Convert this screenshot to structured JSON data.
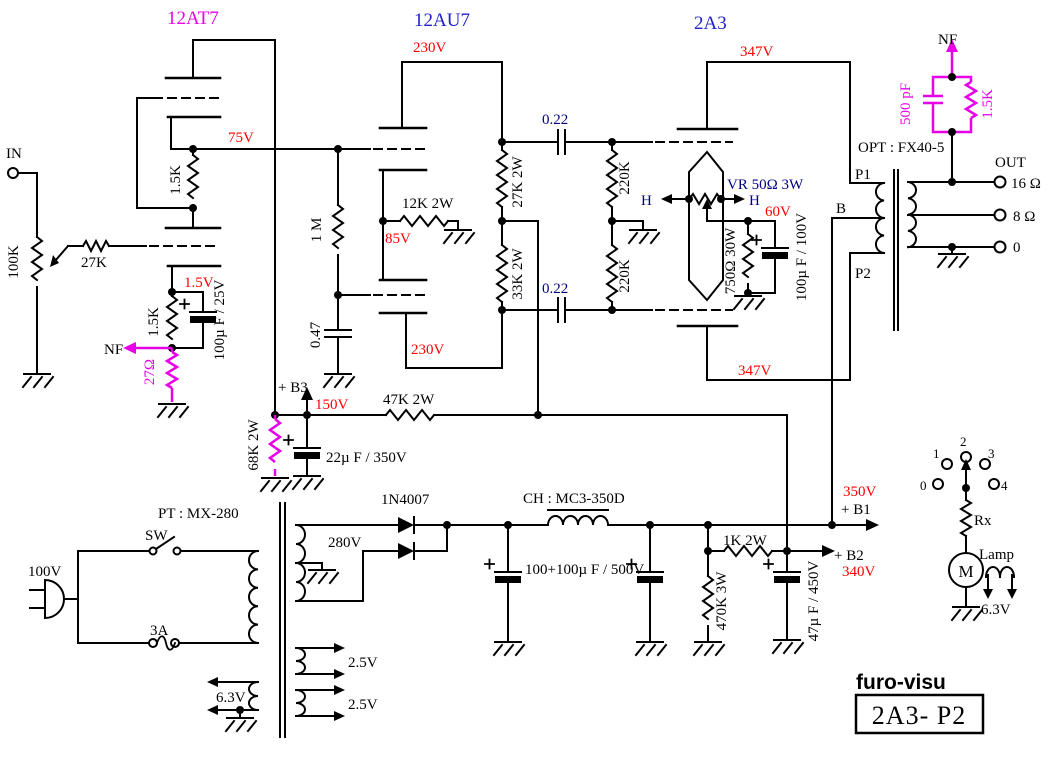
{
  "L": {
    "tube_12at7": "12AT7",
    "tube_12au7": "12AU7",
    "tube_2a3": "2A3",
    "in_jack": "IN",
    "pot_100k": "100K",
    "r_27k": "27K",
    "v75": "75V",
    "r_1k5_a": "1.5K",
    "v1_5": "1.5V",
    "r_1k5_b": "1.5K",
    "c_100u_25": "100µ F / 25V",
    "nf_in": "NF",
    "r_27ohm": "27Ω",
    "v230_a": "230V",
    "r_1m": "1 M",
    "c_047": "0.47",
    "r_12k": "12K 2W",
    "v85": "85V",
    "r_27k_2w": "27K 2W",
    "r_33k_2w": "33K 2W",
    "c_022_a": "0.22",
    "c_022_b": "0.22",
    "r_220k_a": "220K",
    "r_220k_b": "220K",
    "v230_b": "230V",
    "v347_a": "347V",
    "h_l": "H",
    "h_r": "H",
    "vr": "VR  50Ω 3W",
    "v60": "60V",
    "r_750": "750Ω  30W",
    "c_100u_100": "100µ F / 100V",
    "v347_b": "347V",
    "b3": "+ B3",
    "v150": "150V",
    "r_68k": "68K 2W",
    "c_22u": "22µ F / 350V",
    "r_47k": "47K 2W",
    "nf_out": "NF",
    "c_500pf": "500 pF",
    "r_1k5_nf": "1.5K",
    "opt": "OPT : FX40-5",
    "p1": "P1",
    "b": "B",
    "p2": "P2",
    "out": "OUT",
    "o16": "16 Ω",
    "o8": "8 Ω",
    "o0": "0",
    "pt": "PT : MX-280",
    "sw": "SW",
    "v100": "100V",
    "f3a": "3A",
    "v63a": "6.3V",
    "d1": "1N4007",
    "v280": "280V",
    "ch": "CH : MC3-350D",
    "c_psu": "100+100µ F / 500V",
    "v25a": "2.5V",
    "v25b": "2.5V",
    "v350": "350V",
    "b1": "+ B1",
    "r_1k": "1K 2W",
    "b2": "+ B2",
    "v340": "340V",
    "r_470k": "470K 3W",
    "c_47u": "47µ F / 450V",
    "p_0": "0",
    "p_1": "1",
    "p_2": "2",
    "p_3": "3",
    "p_4": "4",
    "rx": "Rx",
    "mm": "M",
    "lamp": "Lamp",
    "v63b": "6.3V",
    "brand": "furo-visu",
    "sheet": "2A3- P2"
  },
  "colors": {
    "schematic_black": "#000000",
    "voltage_red": "#ff0000",
    "feedback_magenta": "#e800e8",
    "tube_label_blue": "#2020cc",
    "value_navy": "#000080",
    "background": "#ffffff"
  }
}
